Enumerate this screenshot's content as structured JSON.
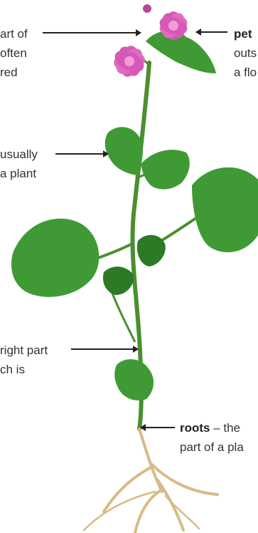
{
  "labels": {
    "flower": {
      "lines": [
        "art of",
        "often",
        "red"
      ]
    },
    "petal": {
      "term": "pet",
      "lines": [
        "outs",
        "a flo"
      ]
    },
    "leaf": {
      "lines": [
        "usually",
        "a plant"
      ]
    },
    "stem": {
      "lines": [
        "right part",
        "ch is"
      ]
    },
    "roots": {
      "term": "roots",
      "rest": " – the",
      "line2": "part of a pla"
    }
  },
  "colors": {
    "leaf": "#3f9a35",
    "leaf_dark": "#2c7a26",
    "stem": "#4a8f2f",
    "flower": "#d65ab5",
    "flower_light": "#f19bd8",
    "root": "#d8bb86"
  }
}
